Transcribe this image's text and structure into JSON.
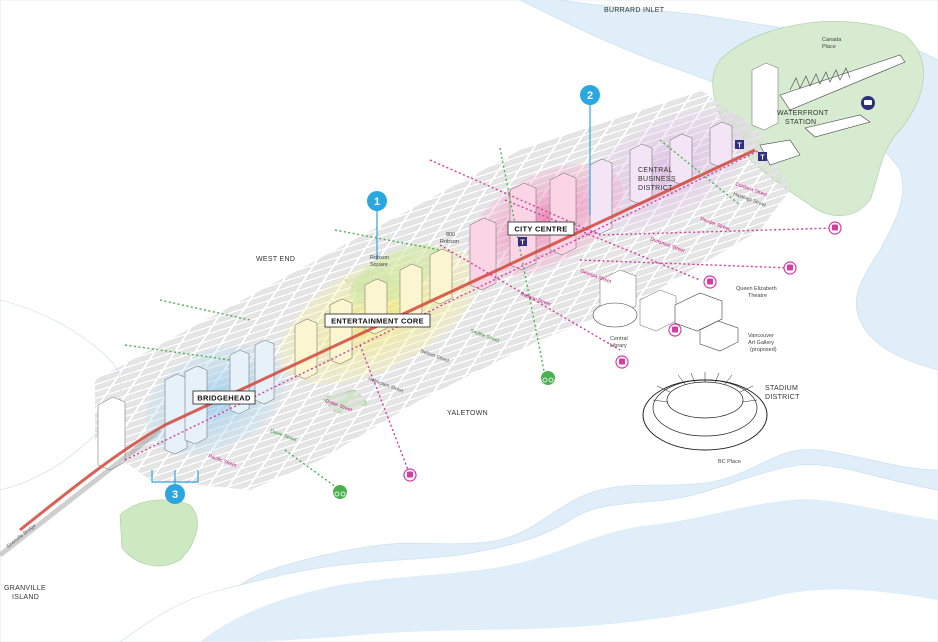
{
  "water_labels": {
    "burrard_inlet": "BURRARD INLET"
  },
  "areas": {
    "west_end": "WEST END",
    "yaletown": "YALETOWN",
    "granville_island": [
      "GRANVILLE",
      "ISLAND"
    ],
    "stadium_district": [
      "STADIUM",
      "DISTRICT"
    ],
    "waterfront_station": [
      "WATERFRONT",
      "STATION"
    ],
    "central_business_district": [
      "CENTRAL",
      "BUSINESS",
      "DISTRICT"
    ]
  },
  "districts": {
    "city_centre": "CITY CENTRE",
    "entertainment_core": "ENTERTAINMENT CORE",
    "bridgehead": "BRIDGEHEAD"
  },
  "callouts": [
    "1",
    "2",
    "3"
  ],
  "landmarks": {
    "canada_place": [
      "Canada",
      "Place"
    ],
    "robson_square": [
      "Robson",
      "Square"
    ],
    "robson_800": [
      "800",
      "Robson"
    ],
    "queen_elizabeth_theatre": [
      "Queen Elizabeth",
      "Theatre"
    ],
    "vancouver_art_gallery": [
      "Vancouver",
      "Art Gallery",
      "(proposed)"
    ],
    "central_library": [
      "Central",
      "Library"
    ],
    "bc_place": "BC Place"
  },
  "streets": {
    "granville_bridge": "Granville Bridge",
    "cordova": "Cordova Street",
    "hastings": "Hastings Street",
    "pender": "Pender Street",
    "dunsmuir": "Dunsmuir Street",
    "georgia": "Georgia Street",
    "robson": "Robson Street",
    "smithe": "Smithe Street",
    "nelson": "Nelson Street",
    "helmcken": "Helmcken Street",
    "drake": "Drake Street",
    "davie": "Davie Street",
    "pacific": "Pacific Street"
  },
  "icons": {
    "bus": "bus-icon",
    "bike": "bicycle-icon",
    "transit": "skytrain-icon",
    "seabus": "seabus-icon"
  },
  "colors": {
    "water": "#dfeef8",
    "land": "#ffffff",
    "park": "#cde9c1",
    "bus_pink": "#d63aa3",
    "bike_green": "#4caf50",
    "callout_blue": "#2aa7de",
    "zone_pink": "#f4a3c8",
    "zone_yellow": "#f6f2a2",
    "zone_blue": "#b8dcf2",
    "zone_green": "#c9e8a5",
    "zone_purple": "#e5c8ec",
    "corridor_red": "#d2463b"
  }
}
